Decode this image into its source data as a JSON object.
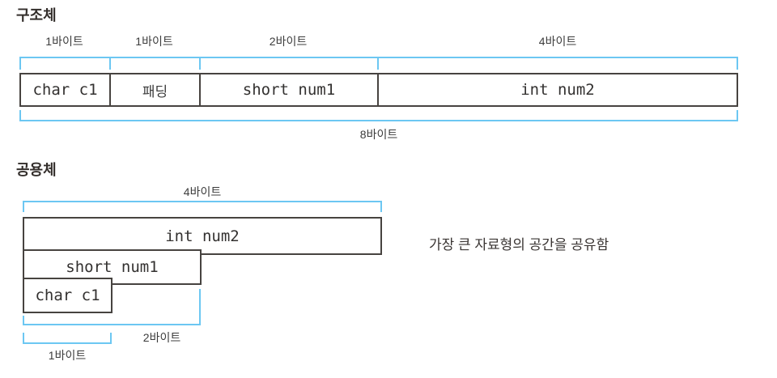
{
  "palette": {
    "bracket_blue": "#6cc7f2",
    "box_border": "#474340",
    "text_dark": "#3a3533"
  },
  "struct": {
    "title": "구조체",
    "cells": [
      {
        "label": "char c1",
        "size": "1바이트"
      },
      {
        "label": "패딩",
        "size": "1바이트"
      },
      {
        "label": "short num1",
        "size": "2바이트"
      },
      {
        "label": "int num2",
        "size": "4바이트"
      }
    ],
    "total_size": "8바이트"
  },
  "union": {
    "title": "공용체",
    "size_4byte": "4바이트",
    "members": [
      {
        "label": "int num2"
      },
      {
        "label": "short num1"
      },
      {
        "label": "char c1"
      }
    ],
    "size_2byte": "2바이트",
    "size_1byte": "1바이트",
    "note": "가장 큰 자료형의 공간을 공유함"
  }
}
